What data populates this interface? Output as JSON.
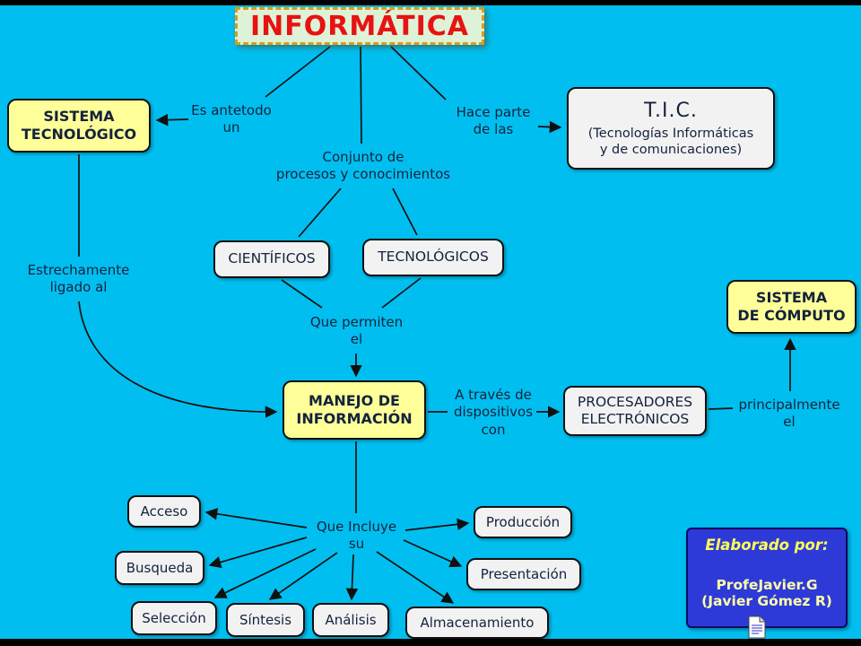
{
  "title": "INFORMÁTICA",
  "concepts": {
    "sistema_tecnologico": "SISTEMA\nTECNOLÓGICO",
    "tic_title": "T.I.C.",
    "tic_subtitle": "(Tecnologías Informáticas\ny de comunicaciones)",
    "cientificos": "CIENTÍFICOS",
    "tecnologicos": "TECNOLÓGICOS",
    "sistema_computo": "SISTEMA\nDE CÓMPUTO",
    "manejo_informacion": "MANEJO DE\nINFORMACIÓN",
    "procesadores": "PROCESADORES\nELECTRÓNICOS",
    "acceso": "Acceso",
    "busqueda": "Busqueda",
    "seleccion": "Selección",
    "sintesis": "Síntesis",
    "analisis": "Análisis",
    "almacenamiento": "Almacenamiento",
    "produccion": "Producción",
    "presentacion": "Presentación"
  },
  "linking_phrases": {
    "es_antetodo": "Es antetodo\nun",
    "hace_parte": "Hace parte\nde las",
    "conjunto": "Conjunto de\nprocesos y conocimientos",
    "estrechamente": "Estrechamente\nligado al",
    "que_permiten": "Que permiten\nel",
    "a_traves": "A través de\ndispositivos\ncon",
    "principalmente": "principalmente\nel",
    "que_incluye": "Que Incluye\nsu"
  },
  "credit": {
    "heading": "Elaborado por:",
    "author": "ProfeJavier.G",
    "author_alt": "(Javier Gómez R)"
  },
  "colors": {
    "background": "#00bff0",
    "node_yellow": "#ffff99",
    "node_white": "#f2f2f2",
    "title_red": "#e81212",
    "title_bg": "#def2d8",
    "title_border": "#dd9c18",
    "credit_bg": "#2e3ad8",
    "credit_text": "#ffff55",
    "line_color": "#101010"
  }
}
